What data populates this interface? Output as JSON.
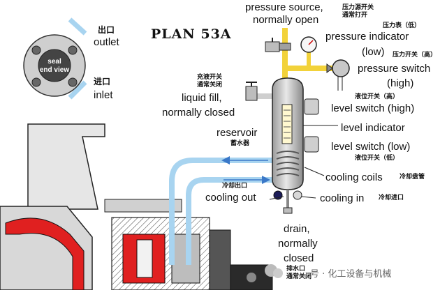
{
  "title": "PLAN 53A",
  "seal_view": {
    "line1": "seal",
    "line2": "end view"
  },
  "labels": {
    "outlet_cn": "出口",
    "outlet_en": "outlet",
    "inlet_cn": "进口",
    "inlet_en": "inlet",
    "pressure_source_en_1": "pressure source,",
    "pressure_source_en_2": "normally open",
    "pressure_source_cn_1": "压力源开关",
    "pressure_source_cn_2": "通常打开",
    "pressure_indicator_cn": "压力表（低）",
    "pressure_indicator_en_1": "pressure indicator",
    "pressure_indicator_en_2": "(low)",
    "pressure_switch_cn": "压力开关（高）",
    "pressure_switch_en_1": "pressure switch",
    "pressure_switch_en_2": "(high)",
    "liquid_fill_cn_1": "充液开关",
    "liquid_fill_cn_2": "通常关闭",
    "liquid_fill_en_1": "liquid fill,",
    "liquid_fill_en_2": "normally closed",
    "level_switch_high_cn": "液位开关（高）",
    "level_switch_high_en": "level switch (high)",
    "level_indicator_en": "level indicator",
    "level_switch_low_en": "level switch (low)",
    "level_switch_low_cn": "液位开关（低）",
    "reservoir_en": "reservoir",
    "reservoir_cn": "蓄水器",
    "cooling_coils_en": "cooling coils",
    "cooling_coils_cn": "冷却盘管",
    "cooling_out_cn": "冷却出口",
    "cooling_out_en": "cooling out",
    "cooling_in_en": "cooling in",
    "cooling_in_cn": "冷却进口",
    "drain_en_1": "drain,",
    "drain_en_2": "normally",
    "drain_en_3": "closed",
    "drain_cn_1": "排水口",
    "drain_cn_2": "通常关闭"
  },
  "watermark": "号 · 化工设备与机械",
  "colors": {
    "pipe_blue": "#a8d4f0",
    "pipe_yellow": "#f2d23a",
    "metal": "#b8b8b8",
    "red": "#e02020",
    "dark": "#1a1a1a",
    "cool_in": "#d8d8d8",
    "cool_out": "#1c1c5a"
  }
}
